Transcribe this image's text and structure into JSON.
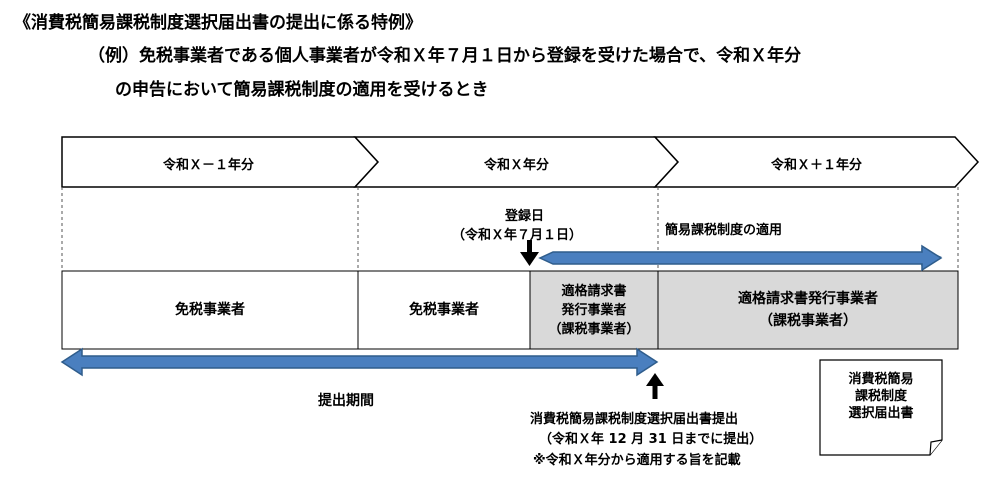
{
  "heading": {
    "title": "《消費税簡易課税制度選択届出書の提出に係る特例》",
    "example_line1": "（例）免税事業者である個人事業者が令和Ｘ年７月１日から登録を受けた場合で、令和Ｘ年分",
    "example_line2": "の申告において簡易課税制度の適用を受けるとき"
  },
  "timeline": {
    "years": [
      "令和Ｘ－１年分",
      "令和Ｘ年分",
      "令和Ｘ＋１年分"
    ]
  },
  "registration": {
    "label": "登録日",
    "date": "（令和Ｘ年７月１日）"
  },
  "simplified": {
    "label": "簡易課税制度の適用"
  },
  "status_row": {
    "cell1": "免税事業者",
    "cell2": "免税事業者",
    "cell3_line1": "適格請求書",
    "cell3_line2": "発行事業者",
    "cell3_line3": "（課税事業者）",
    "cell4_line1": "適格請求書発行事業者",
    "cell4_line2": "（課税事業者）"
  },
  "submission": {
    "period_label": "提出期間",
    "line1": "消費税簡易課税制度選択届出書提出",
    "line2": "（令和Ｘ年 12 月 31 日までに提出）",
    "line3": "※令和Ｘ年分から適用する旨を記載"
  },
  "document": {
    "line1": "消費税簡易",
    "line2": "課税制度",
    "line3": "選択届出書"
  },
  "colors": {
    "arrow_fill": "#4a7fbf",
    "arrow_stroke": "#2f5d8c",
    "shaded_cell": "#d9d9d9"
  }
}
